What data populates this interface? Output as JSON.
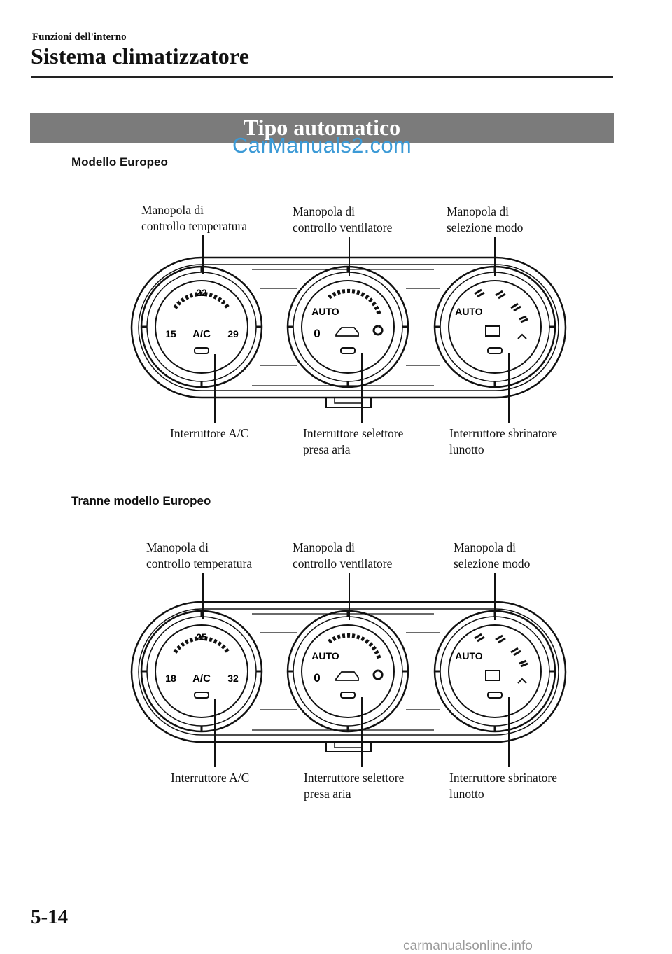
{
  "header": {
    "section": "Funzioni dell'interno",
    "title": "Sistema climatizzatore"
  },
  "banner": {
    "title": "Tipo automatico"
  },
  "watermark_top": "CarManuals2.com",
  "watermark_bottom": "carmanualsonline.info",
  "page_number": "5-14",
  "figures": [
    {
      "model_label": "Modello Europeo",
      "temp": {
        "top": "22",
        "left": "15",
        "right": "29"
      },
      "ac": "A/C",
      "auto_fan": "AUTO",
      "auto_mode": "AUTO",
      "fan_min": "0",
      "labels": {
        "temp_knob": [
          "Manopola di",
          "controllo temperatura"
        ],
        "fan_knob": [
          "Manopola di",
          "controllo ventilatore"
        ],
        "mode_knob": [
          "Manopola di",
          "selezione modo"
        ],
        "ac_switch": [
          "Interruttore A/C"
        ],
        "intake_switch": [
          "Interruttore selettore",
          "presa aria"
        ],
        "rear_defrost_switch": [
          "Interruttore sbrinatore",
          "lunotto"
        ]
      }
    },
    {
      "model_label": "Tranne modello Europeo",
      "temp": {
        "top": "25",
        "left": "18",
        "right": "32"
      },
      "ac": "A/C",
      "auto_fan": "AUTO",
      "auto_mode": "AUTO",
      "fan_min": "0",
      "labels": {
        "temp_knob": [
          "Manopola di",
          "controllo temperatura"
        ],
        "fan_knob": [
          "Manopola di",
          "controllo ventilatore"
        ],
        "mode_knob": [
          "Manopola di",
          "selezione modo"
        ],
        "ac_switch": [
          "Interruttore A/C"
        ],
        "intake_switch": [
          "Interruttore selettore",
          "presa aria"
        ],
        "rear_defrost_switch": [
          "Interruttore sbrinatore",
          "lunotto"
        ]
      }
    }
  ]
}
